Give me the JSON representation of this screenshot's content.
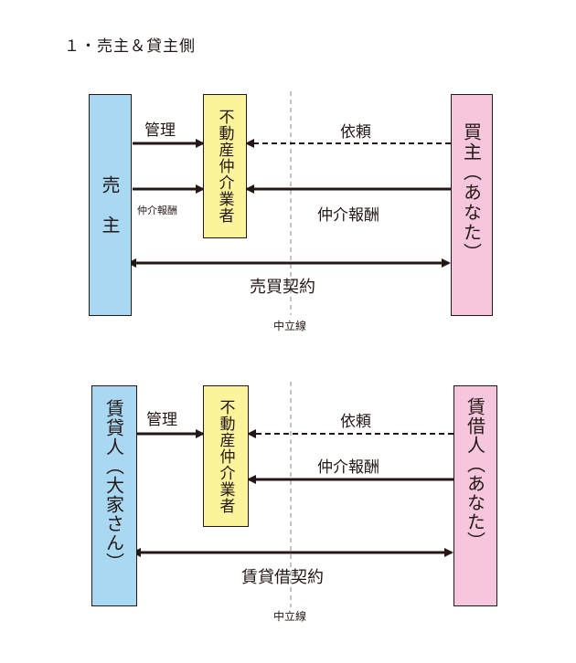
{
  "title": "１・売主＆貸主側",
  "diagrams": [
    {
      "party_left": "売　主",
      "agent": "不動産仲介業者",
      "party_right": "買主（あなた）",
      "arrow_manage": "管理",
      "arrow_request": "依頼",
      "arrow_fee_left": "仲介報酬",
      "arrow_fee_right": "仲介報酬",
      "contract": "売買契約",
      "neutral_line": "中立線"
    },
    {
      "party_left": "賃貸人（大家さん）",
      "agent": "不動産仲介業者",
      "party_right": "賃借人（あなた）",
      "arrow_manage": "管理",
      "arrow_request": "依頼",
      "arrow_fee_right": "仲介報酬",
      "contract": "賃貸借契約",
      "neutral_line": "中立線"
    }
  ],
  "colors": {
    "seller": "#a9d8f3",
    "agent": "#fcf49a",
    "buyer": "#f6c7dc",
    "ink": "#231815",
    "neutral_line": "#9d9d9d"
  }
}
